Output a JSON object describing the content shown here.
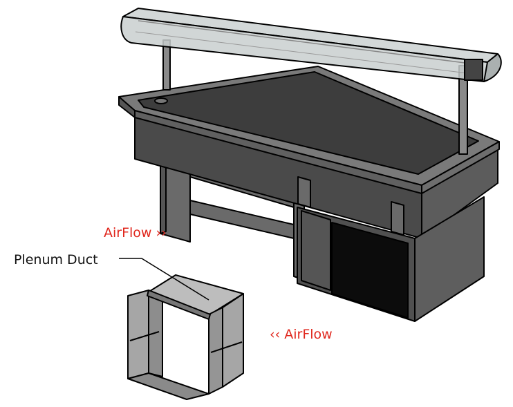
{
  "labels": {
    "airflow_top": "AirFlow ››",
    "airflow_bottom": "‹‹ AirFlow",
    "plenum_duct": "Plenum Duct"
  },
  "colors": {
    "airflow_text": "#e0261c",
    "label_text": "#111111",
    "body_dark": "#4a4a4a",
    "body_mid": "#5c5c5c",
    "top_surface": "#3d3d3d",
    "rim": "#7a7a7a",
    "outline": "#000000",
    "glass": "#c9cfcf",
    "vent": "#0c0c0c",
    "duct_fill": "#a6a6a6",
    "duct_light": "#bdbdbd",
    "leg_fill": "#6a6a6a"
  }
}
